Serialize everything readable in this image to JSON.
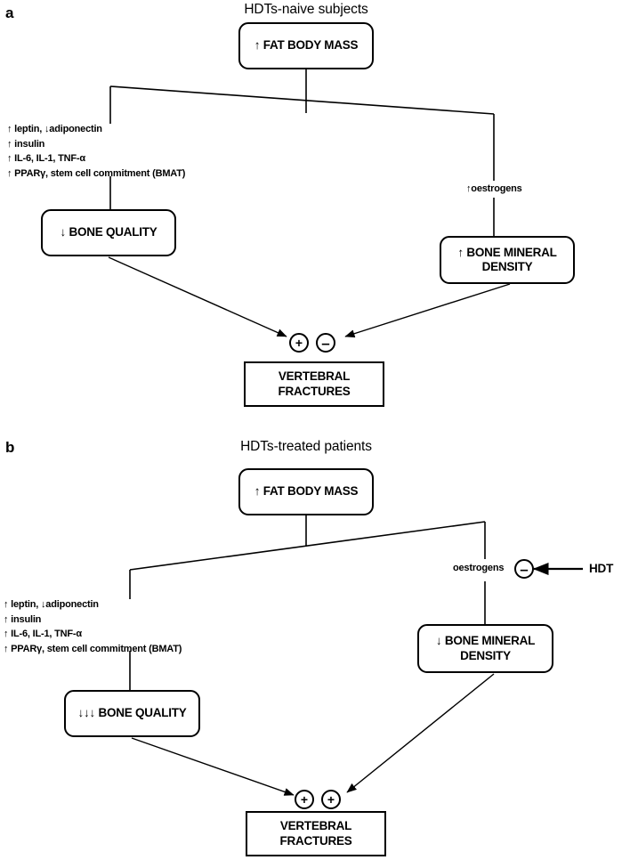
{
  "figure": {
    "type": "flow-diagram",
    "panels": [
      {
        "label": "a",
        "title": "HDTs-naive subjects",
        "nodes": {
          "root": "↑ FAT BODY MASS",
          "left": "↓ BONE QUALITY",
          "right": "↑ BONE MINERAL\nDENSITY",
          "outcome": "VERTEBRAL FRACTURES"
        },
        "mediators": [
          "↑ leptin, ↓adiponectin",
          "↑ insulin",
          "↑ IL-6, IL-1, TNF-α",
          "↑ PPARγ, stem cell commitment  (BMAT)"
        ],
        "right_branch_label": "↑oestrogens",
        "signs": [
          "+",
          "–"
        ]
      },
      {
        "label": "b",
        "title": "HDTs-treated patients",
        "nodes": {
          "root": "↑ FAT BODY MASS",
          "left": "↓↓↓ BONE QUALITY",
          "right": "↓ BONE MINERAL\nDENSITY",
          "outcome": "VERTEBRAL FRACTURES"
        },
        "mediators": [
          "↑ leptin, ↓adiponectin",
          "↑ insulin",
          "↑ IL-6, IL-1, TNF-α",
          "↑ PPARγ, stem cell commitment  (BMAT)"
        ],
        "right_branch_label": "oestrogens",
        "oestrogen_sign": "–",
        "treatment_label": "HDT",
        "signs": [
          "+",
          "+"
        ]
      }
    ]
  },
  "style": {
    "stroke": "#000000",
    "background": "#ffffff"
  }
}
